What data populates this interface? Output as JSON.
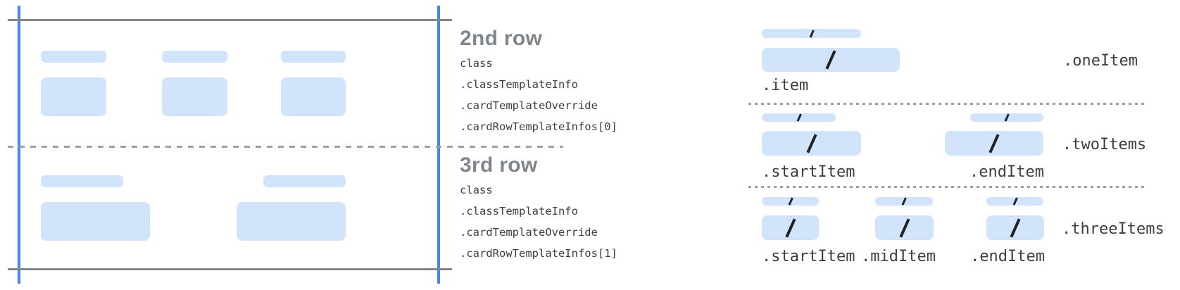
{
  "palette": {
    "background": "#ffffff",
    "placeholder_blue": "#d2e3fc",
    "guide_blue": "#4285f4",
    "line_gray": "#80868b",
    "divider_gray": "#9aa0a6",
    "heading_gray": "#80868b",
    "code_text": "#3c4043",
    "slash_black": "#202124"
  },
  "middle_annotations": {
    "sections": [
      {
        "heading": "2nd row",
        "code_lines": [
          "class",
          ".classTemplateInfo",
          ".cardTemplateOverride",
          ".cardRowTemplateInfos[0]"
        ]
      },
      {
        "heading": "3rd row",
        "code_lines": [
          "class",
          ".classTemplateInfo",
          ".cardTemplateOverride",
          ".cardRowTemplateInfos[1]"
        ]
      }
    ]
  },
  "row_layouts": {
    "rows": [
      {
        "row_label": ".oneItem",
        "item_labels": [
          ".item"
        ]
      },
      {
        "row_label": ".twoItems",
        "item_labels": [
          ".startItem",
          ".endItem"
        ]
      },
      {
        "row_label": ".threeItems",
        "item_labels": [
          ".startItem",
          ".midItem",
          ".endItem"
        ]
      }
    ]
  },
  "icons": {
    "slash": "slash-icon"
  }
}
